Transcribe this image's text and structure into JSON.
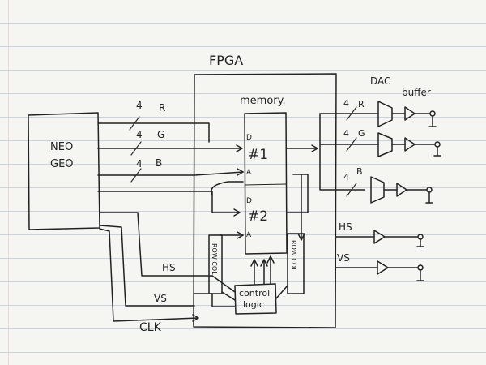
{
  "labels": {
    "fpga": "FPGA",
    "memory": "memory.",
    "neogeo_line1": "NEO",
    "neogeo_line2": "GEO",
    "dac": "DAC",
    "buffer": "buffer",
    "mem1": "#1",
    "mem2": "#2",
    "d": "D",
    "a": "A",
    "row_col": "ROW COL",
    "control_line1": "control",
    "control_line2": "logic",
    "hs": "HS",
    "vs": "VS",
    "clk": "CLK",
    "bus_width": "4",
    "r": "R",
    "g": "G",
    "b": "B"
  }
}
